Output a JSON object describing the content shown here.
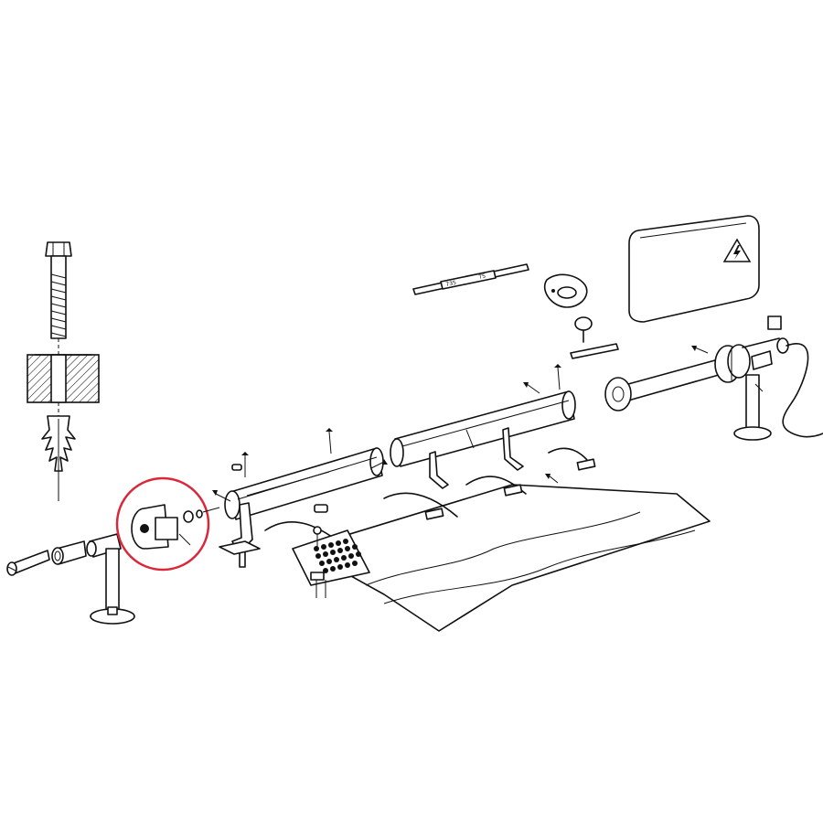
{
  "diagram": {
    "labels": {
      "part_length_a": "735",
      "part_length_b": "T5"
    },
    "colors": {
      "line": "#111111",
      "highlight": "#d9283a",
      "warning": "#111111"
    },
    "icons": {
      "electrical_warning": "lightning-bolt-triangle"
    }
  }
}
